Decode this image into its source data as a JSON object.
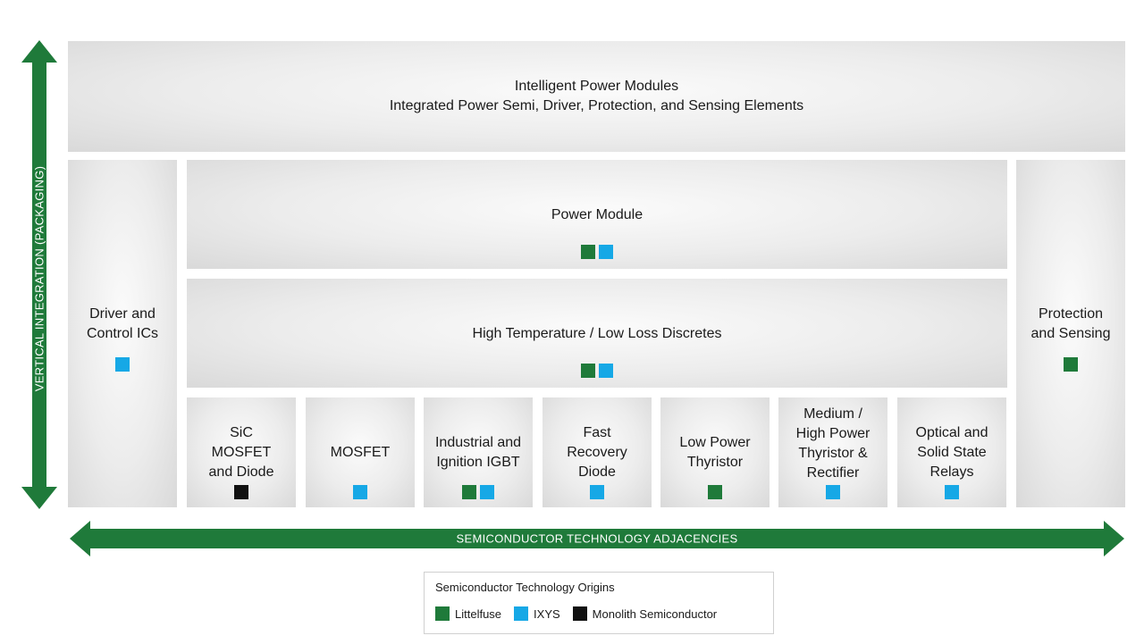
{
  "top_band": {
    "line1": "Intelligent Power Modules",
    "line2": "Integrated Power Semi, Driver, Protection, and Sensing Elements"
  },
  "left_column": {
    "label": "Driver and\nControl ICs",
    "origins": [
      "ixys"
    ]
  },
  "right_column": {
    "label": "Protection\nand Sensing",
    "origins": [
      "littelfuse"
    ]
  },
  "power_module": {
    "label": "Power Module",
    "origins": [
      "littelfuse",
      "ixys"
    ]
  },
  "discretes": {
    "label": "High Temperature / Low Loss Discretes",
    "origins": [
      "littelfuse",
      "ixys"
    ]
  },
  "products": [
    {
      "label": "SiC\nMOSFET\nand Diode",
      "origins": [
        "monolith"
      ]
    },
    {
      "label": "MOSFET",
      "origins": [
        "ixys"
      ]
    },
    {
      "label": "Industrial and\nIgnition IGBT",
      "origins": [
        "littelfuse",
        "ixys"
      ]
    },
    {
      "label": "Fast\nRecovery\nDiode",
      "origins": [
        "ixys"
      ]
    },
    {
      "label": "Low Power\nThyristor",
      "origins": [
        "littelfuse"
      ]
    },
    {
      "label": "Medium /\nHigh Power\nThyristor &\nRectifier",
      "origins": [
        "ixys"
      ]
    },
    {
      "label": "Optical and\nSolid State\nRelays",
      "origins": [
        "ixys"
      ]
    }
  ],
  "axes": {
    "vertical": "VERTICAL INTEGRATION (PACKAGING)",
    "horizontal": "SEMICONDUCTOR TECHNOLOGY ADJACENCIES"
  },
  "legend": {
    "title": "Semiconductor Technology Origins",
    "items": [
      {
        "key": "littelfuse",
        "label": "Littelfuse"
      },
      {
        "key": "ixys",
        "label": "IXYS"
      },
      {
        "key": "monolith",
        "label": "Monolith Semiconductor"
      }
    ]
  },
  "colors": {
    "littelfuse": "#1f7a3a",
    "ixys": "#16a8e6",
    "monolith": "#111111",
    "arrow": "#1f7a3a"
  }
}
